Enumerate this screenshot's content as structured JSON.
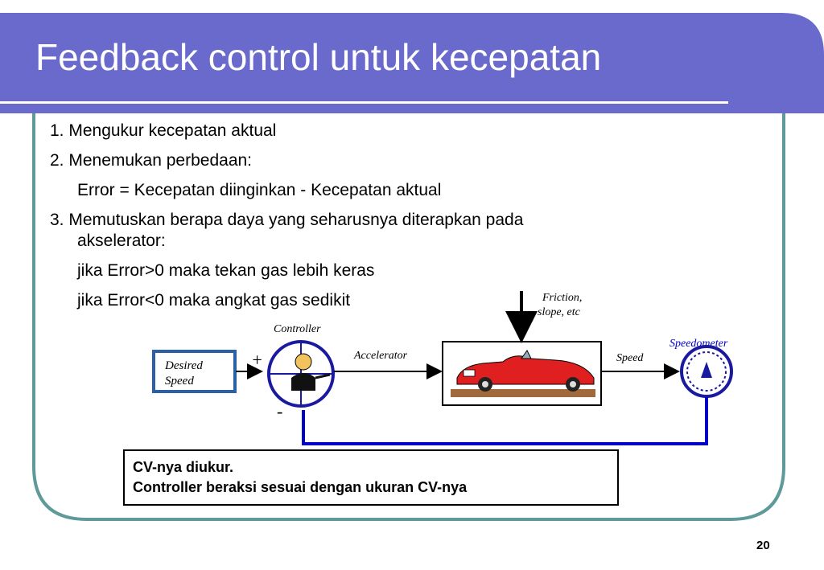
{
  "slide": {
    "title": "Feedback control untuk kecepatan",
    "page_number": "20",
    "colors": {
      "header": "#6a6acd",
      "frame": "#5f9a9a",
      "arrow": "#0000c8"
    }
  },
  "bullets": [
    "1. Mengukur kecepatan aktual",
    "2. Menemukan perbedaan:",
    "Error = Kecepatan diinginkan - Kecepatan aktual",
    "3. Memutuskan berapa daya yang seharusnya diterapkan pada",
    "akselerator:",
    "jika Error>0 maka tekan gas lebih keras",
    "jika Error<0 maka angkat gas sedikit"
  ],
  "diagram": {
    "desired_speed_line1": "Desired",
    "desired_speed_line2": "Speed",
    "plus": "+",
    "minus": "-",
    "controller": "Controller",
    "accelerator": "Accelerator",
    "friction_line1": "Friction,",
    "friction_line2": "slope, etc",
    "speed": "Speed",
    "speedometer": "Speedometer"
  },
  "note": {
    "line1": "CV-nya diukur.",
    "line2": "Controller beraksi sesuai dengan ukuran CV-nya"
  }
}
